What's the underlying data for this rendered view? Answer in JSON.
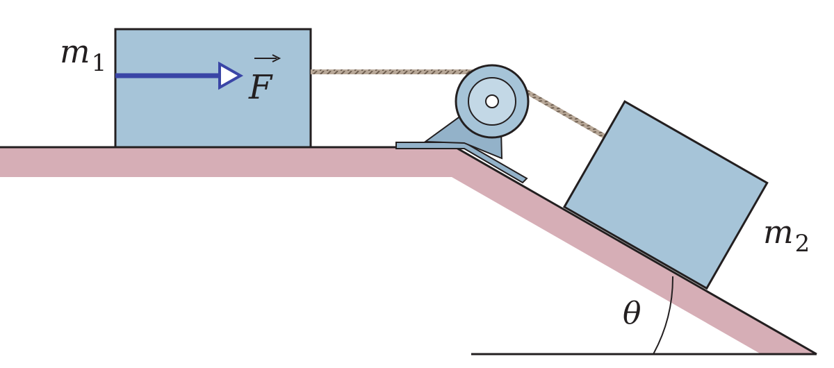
{
  "labels": {
    "mass1": "m",
    "mass1_sub": "1",
    "mass2": "m",
    "mass2_sub": "2",
    "force": "F",
    "angle": "θ"
  },
  "colors": {
    "ground_fill": "#d6aeb6",
    "ground_edge": "#231f20",
    "block_fill": "#a6c4d8",
    "block_edge": "#231f20",
    "force_arrow": "#3a45a6",
    "rope": "#8a7a6a",
    "pulley_fill": "#a6c4d8",
    "bracket_fill": "#93b2c9"
  }
}
